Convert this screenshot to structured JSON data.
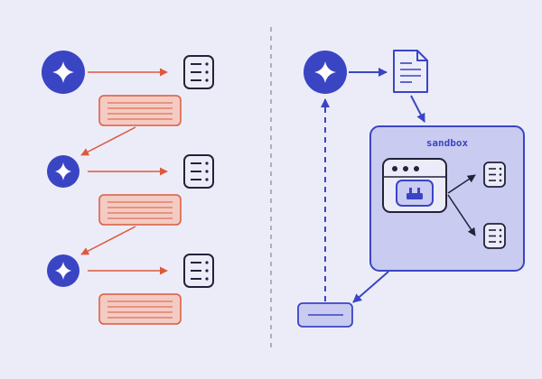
{
  "sandbox": {
    "label": "sandbox"
  },
  "colors": {
    "background": "#ececf9",
    "agent_blue": "#3a45c4",
    "orange": "#db5a3d",
    "pink_fill": "#f3cbc3",
    "sandbox_fill": "#c9cbf0",
    "sandbox_stroke": "#3a45c4",
    "server_stroke": "#22223a",
    "divider": "#9a9aa8"
  },
  "icons": {
    "agent": "sparkle-icon",
    "server": "server-icon",
    "document": "document-icon",
    "browser": "browser-window-icon",
    "tool": "tool-icon"
  },
  "left_panel": {
    "rows": 3,
    "description_items": "tool-call-result-cards"
  },
  "right_panel": {
    "flow": "agent-document-sandbox-result"
  }
}
